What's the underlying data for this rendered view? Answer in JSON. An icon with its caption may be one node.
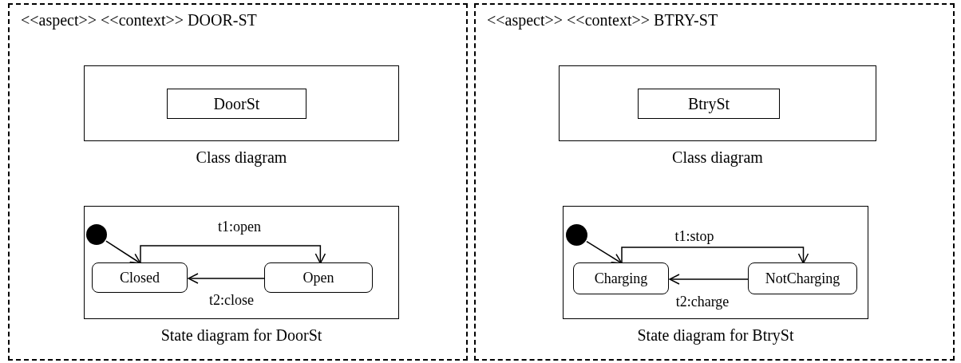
{
  "diagram": {
    "nodes": [
      {
        "text": [
          "<<aspect>> <<context>> DOOR-ST"
        ]
      },
      {
        "text": [],
        "shape": "box",
        "in": 0,
        "beside": [
          "Class diagram"
        ]
      },
      {
        "text": [
          "DoorSt"
        ],
        "in": 1
      },
      {
        "text": [],
        "shape": "box",
        "in": 0,
        "beside": [
          "State diagram for DoorSt"
        ]
      },
      {
        "text": [],
        "shape": "circle",
        "in": 3
      },
      {
        "text": [
          "Closed"
        ],
        "in": 3
      },
      {
        "text": [
          "Open"
        ],
        "in": 3
      },
      {
        "text": [
          "<<aspect>> <<context>> BTRY-ST"
        ]
      },
      {
        "text": [],
        "shape": "box",
        "in": 7,
        "beside": [
          "Class diagram"
        ]
      },
      {
        "text": [
          "BtrySt"
        ],
        "in": 8
      },
      {
        "text": [],
        "shape": "box",
        "in": 7,
        "beside": [
          "State diagram for BtrySt"
        ]
      },
      {
        "text": [],
        "shape": "circle",
        "in": 10
      },
      {
        "text": [
          "Charging"
        ],
        "in": 10
      },
      {
        "text": [
          "NotCharging"
        ],
        "in": 10
      }
    ],
    "edges": [
      {
        "from": 4,
        "to": 5,
        "arrow": "to"
      },
      {
        "from": 5,
        "to": 6,
        "arrow": "to",
        "label": "t1:open"
      },
      {
        "from": 6,
        "to": 5,
        "arrow": "to",
        "label": "t2:close"
      },
      {
        "from": 11,
        "to": 12,
        "arrow": "to"
      },
      {
        "from": 12,
        "to": 13,
        "arrow": "to",
        "label": "t1:stop"
      },
      {
        "from": 13,
        "to": 12,
        "arrow": "to",
        "label": "t2:charge"
      }
    ]
  }
}
